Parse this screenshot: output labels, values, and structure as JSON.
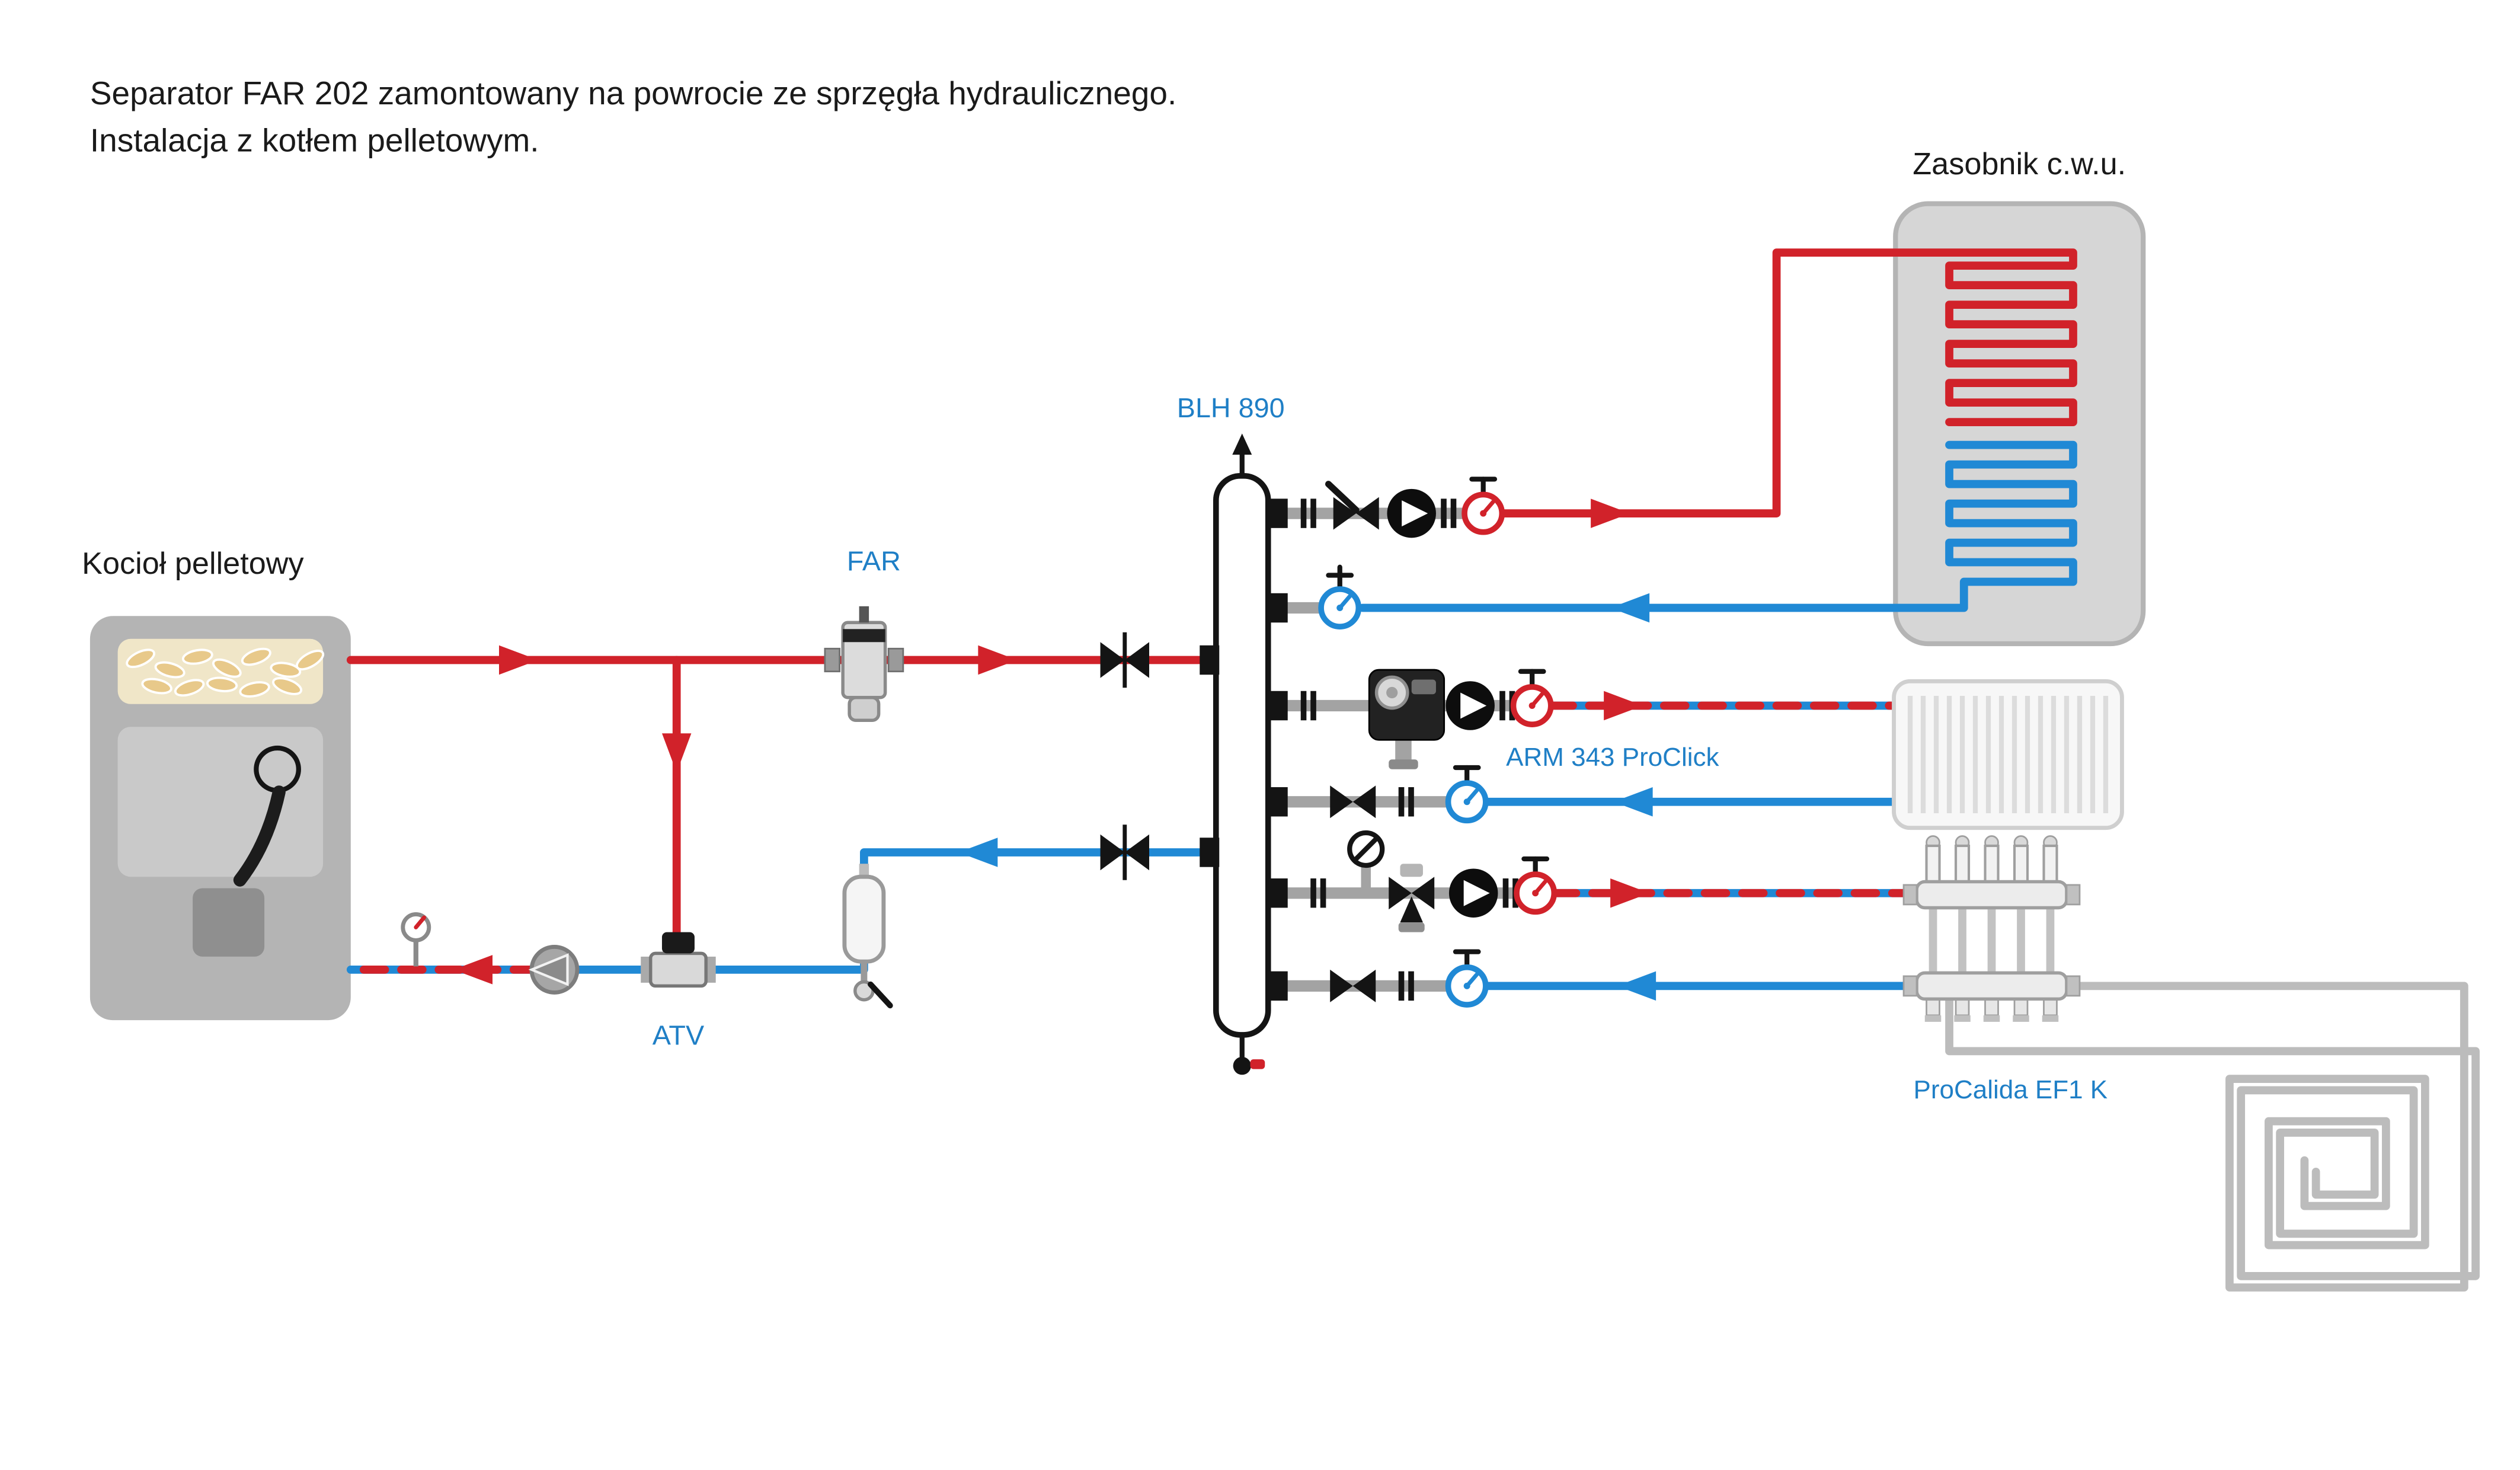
{
  "title": {
    "line1": "Separator FAR 202 zamontowany na powrocie ze sprzęgła hydraulicznego.",
    "line2": "Instalacja z kotłem pelletowym."
  },
  "labels": {
    "boiler": "Kocioł pelletowy",
    "tank": "Zasobnik c.w.u.",
    "separator": "FAR",
    "anti_condensation_valve": "ATV",
    "hydraulic_header": "BLH 890",
    "mixing_unit": "ARM 343 ProClick",
    "floor_manifold": "ProCalida EF1 K"
  },
  "colors": {
    "supply_red": "#d1222a",
    "return_blue": "#2089d5",
    "label_blue": "#1f7fc6",
    "pipe_gray": "#a3a3a3",
    "text_black": "#1a1a1a"
  }
}
